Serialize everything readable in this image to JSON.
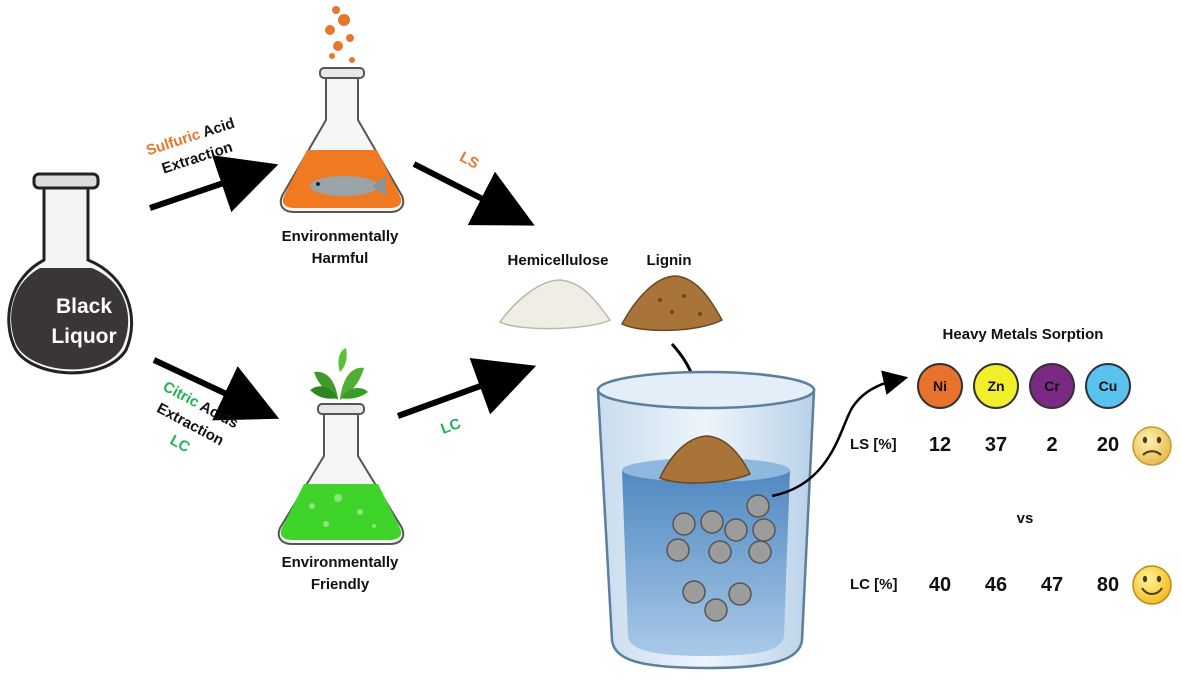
{
  "source": {
    "line1": "Black",
    "line2": "Liquor"
  },
  "top_path": {
    "reagent": "Sulfuric",
    "reagent_rest": "Acid",
    "method": "Extraction",
    "verdict_line1": "Environmentally",
    "verdict_line2": "Harmful",
    "product": "LS"
  },
  "bottom_path": {
    "reagent": "Citric",
    "reagent_rest": "Acids",
    "method": "Extraction",
    "abbrev": "LC",
    "verdict_line1": "Environmentally",
    "verdict_line2": "Friendly",
    "product": "LC"
  },
  "powders": {
    "left": "Hemicellulose",
    "right": "Lignin"
  },
  "sorption": {
    "title": "Heavy Metals Sorption",
    "metals": [
      {
        "symbol": "Ni",
        "color": "#e8722c"
      },
      {
        "symbol": "Zn",
        "color": "#f2ee2a"
      },
      {
        "symbol": "Cr",
        "color": "#7b2a84"
      },
      {
        "symbol": "Cu",
        "color": "#59c2ee"
      }
    ],
    "ls_label": "LS [%]",
    "ls_values": [
      "12",
      "37",
      "2",
      "20"
    ],
    "vs": "vs",
    "lc_label": "LC [%]",
    "lc_values": [
      "40",
      "46",
      "47",
      "80"
    ]
  },
  "colors": {
    "orange": "#e8772e",
    "green": "#22b354",
    "black_liquor": "#3a3538",
    "water": "#5f95c8"
  }
}
